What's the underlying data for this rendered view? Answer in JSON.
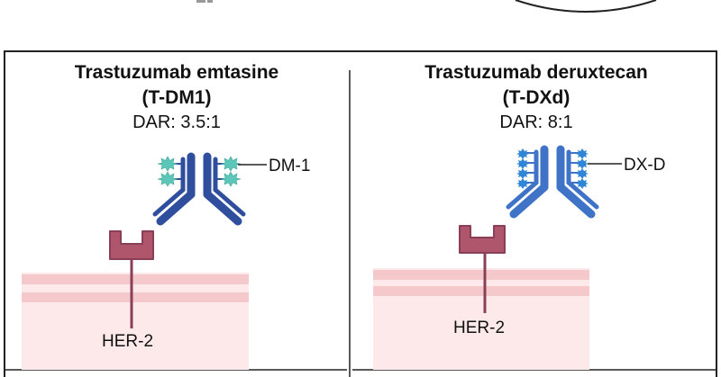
{
  "panels": [
    {
      "title_line1": "Trastuzumab emtasine",
      "title_line2": "(T-DM1)",
      "dar": "DAR: 3.5:1",
      "payload_label": "DM-1",
      "receptor_label": "HER-2"
    },
    {
      "title_line1": "Trastuzumab deruxtecan",
      "title_line2": "(T-DXd)",
      "dar": "DAR: 8:1",
      "payload_label": "DX-D",
      "receptor_label": "HER-2"
    }
  ],
  "colors": {
    "antibody_left_panel": "#2f4f9e",
    "antibody_right_panel": "#3f73c8",
    "payload_left_panel": "#5cc6b8",
    "payload_right_panel": "#2f86d6",
    "receptor": "#b0566c",
    "membrane_band": "#f5c9cc",
    "membrane_fill": "#fde9ea"
  }
}
